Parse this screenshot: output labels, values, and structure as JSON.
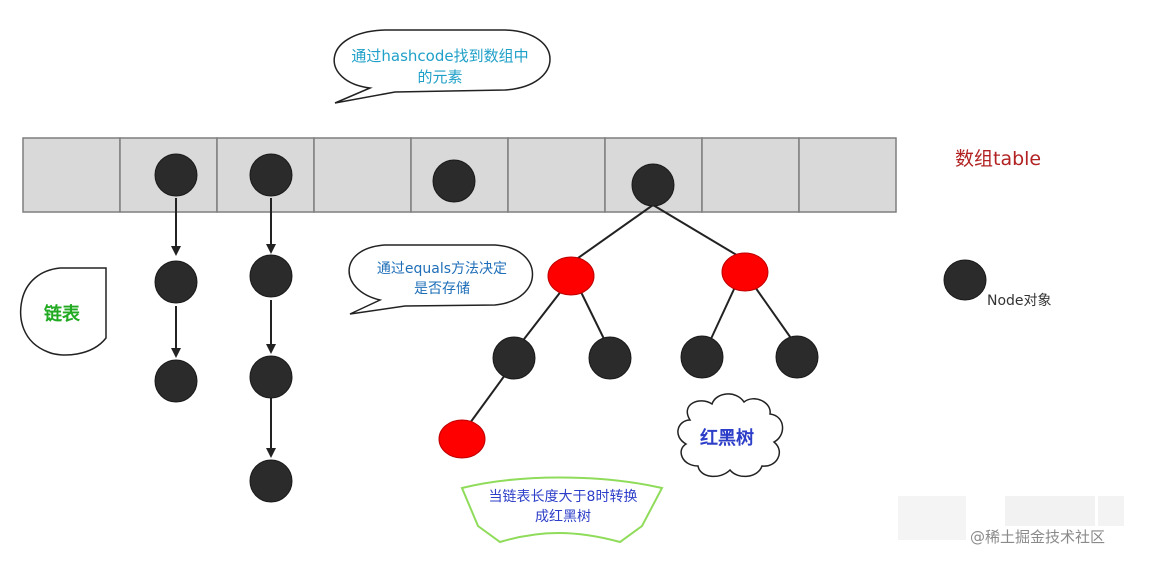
{
  "callouts": {
    "hashcode": {
      "line1": "通过hashcode找到数组中",
      "line2": "的元素",
      "color": "#1fa0c8"
    },
    "equals": {
      "line1": "通过equals方法决定",
      "line2": "是否存储",
      "color": "#1f6fb8"
    },
    "treeify": {
      "line1": "当链表长度大于8时转换",
      "line2": "成红黑树",
      "color": "#2d3ec8",
      "border_color": "#8fdc5a"
    }
  },
  "labels": {
    "array_table": {
      "text": "数组table",
      "color": "#b22222"
    },
    "linked_list": {
      "text": "链表",
      "color": "#22aa22"
    },
    "red_black_tree": {
      "text": "红黑树",
      "color": "#2d3ec8"
    },
    "node_object": {
      "text": "Node对象",
      "color": "#333333"
    }
  },
  "watermark": {
    "text": "@稀土掘金技术社区"
  },
  "colors": {
    "array_cell": "#d9d9d9",
    "black_node": "#2b2b2b",
    "red_node": "#ff0000"
  },
  "array": {
    "cell_count": 9
  }
}
